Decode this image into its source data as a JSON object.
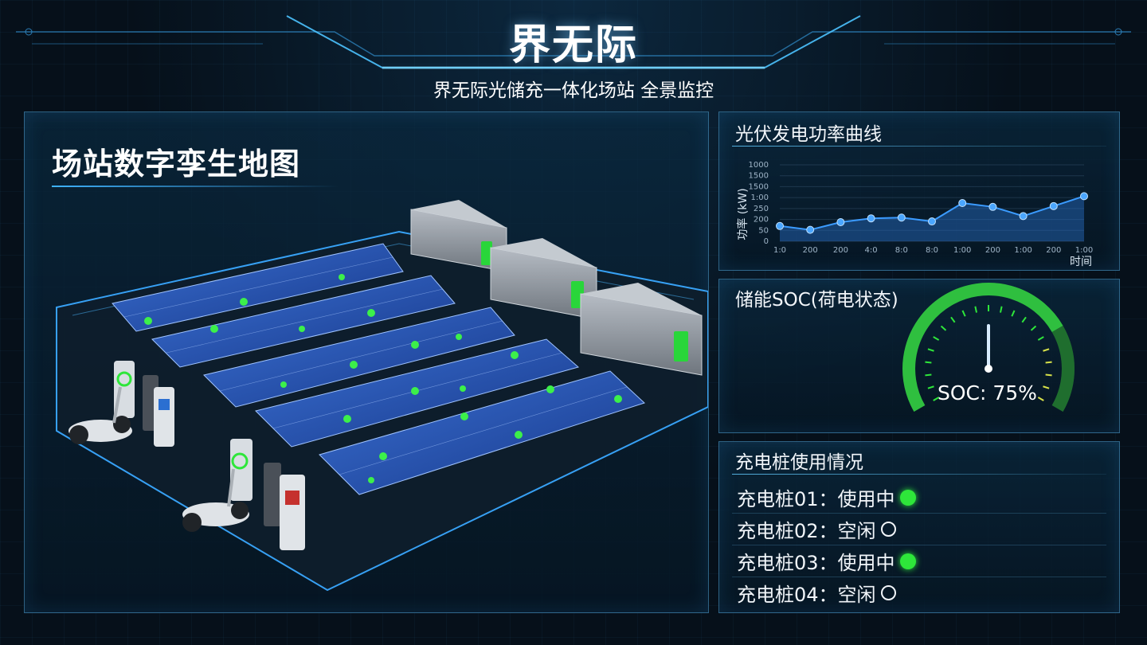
{
  "header": {
    "title": "界无际",
    "subtitle": "界无际光储充一体化场站 全景监控"
  },
  "map_panel": {
    "title": "场站数字孪生地图"
  },
  "pv_panel": {
    "title": "光伏发电功率曲线",
    "chart_data": {
      "type": "area",
      "ylabel": "功率 (kW)",
      "xlabel": "时间",
      "x_ticks": [
        "1:0",
        "200",
        "200",
        "4:0",
        "8:0",
        "8:0",
        "1:00",
        "200",
        "1:00",
        "200",
        "1:00"
      ],
      "y_ticks": [
        "0",
        "50",
        "200",
        "250",
        "1:00",
        "1500",
        "1500",
        "1000"
      ],
      "values": [
        200,
        150,
        250,
        300,
        310,
        260,
        500,
        450,
        330,
        460,
        590
      ],
      "ylim": [
        0,
        1000
      ],
      "accent": "#3b9bff"
    }
  },
  "soc_panel": {
    "title": "储能SOC(荷电状态)",
    "label": "SOC: 75%",
    "soc_percent": 75
  },
  "charger_panel": {
    "title": "充电桩使用情况",
    "items": [
      {
        "label": "充电桩01：使用中",
        "status": "in-use"
      },
      {
        "label": "充电桩02：空闲",
        "status": "idle"
      },
      {
        "label": "充电桩03：使用中",
        "status": "in-use"
      },
      {
        "label": "充电桩04：空闲",
        "status": "idle"
      }
    ]
  },
  "colors": {
    "accent": "#3fb3ff",
    "status_on": "#2ee63a",
    "panel_border": "#50a0d2"
  }
}
